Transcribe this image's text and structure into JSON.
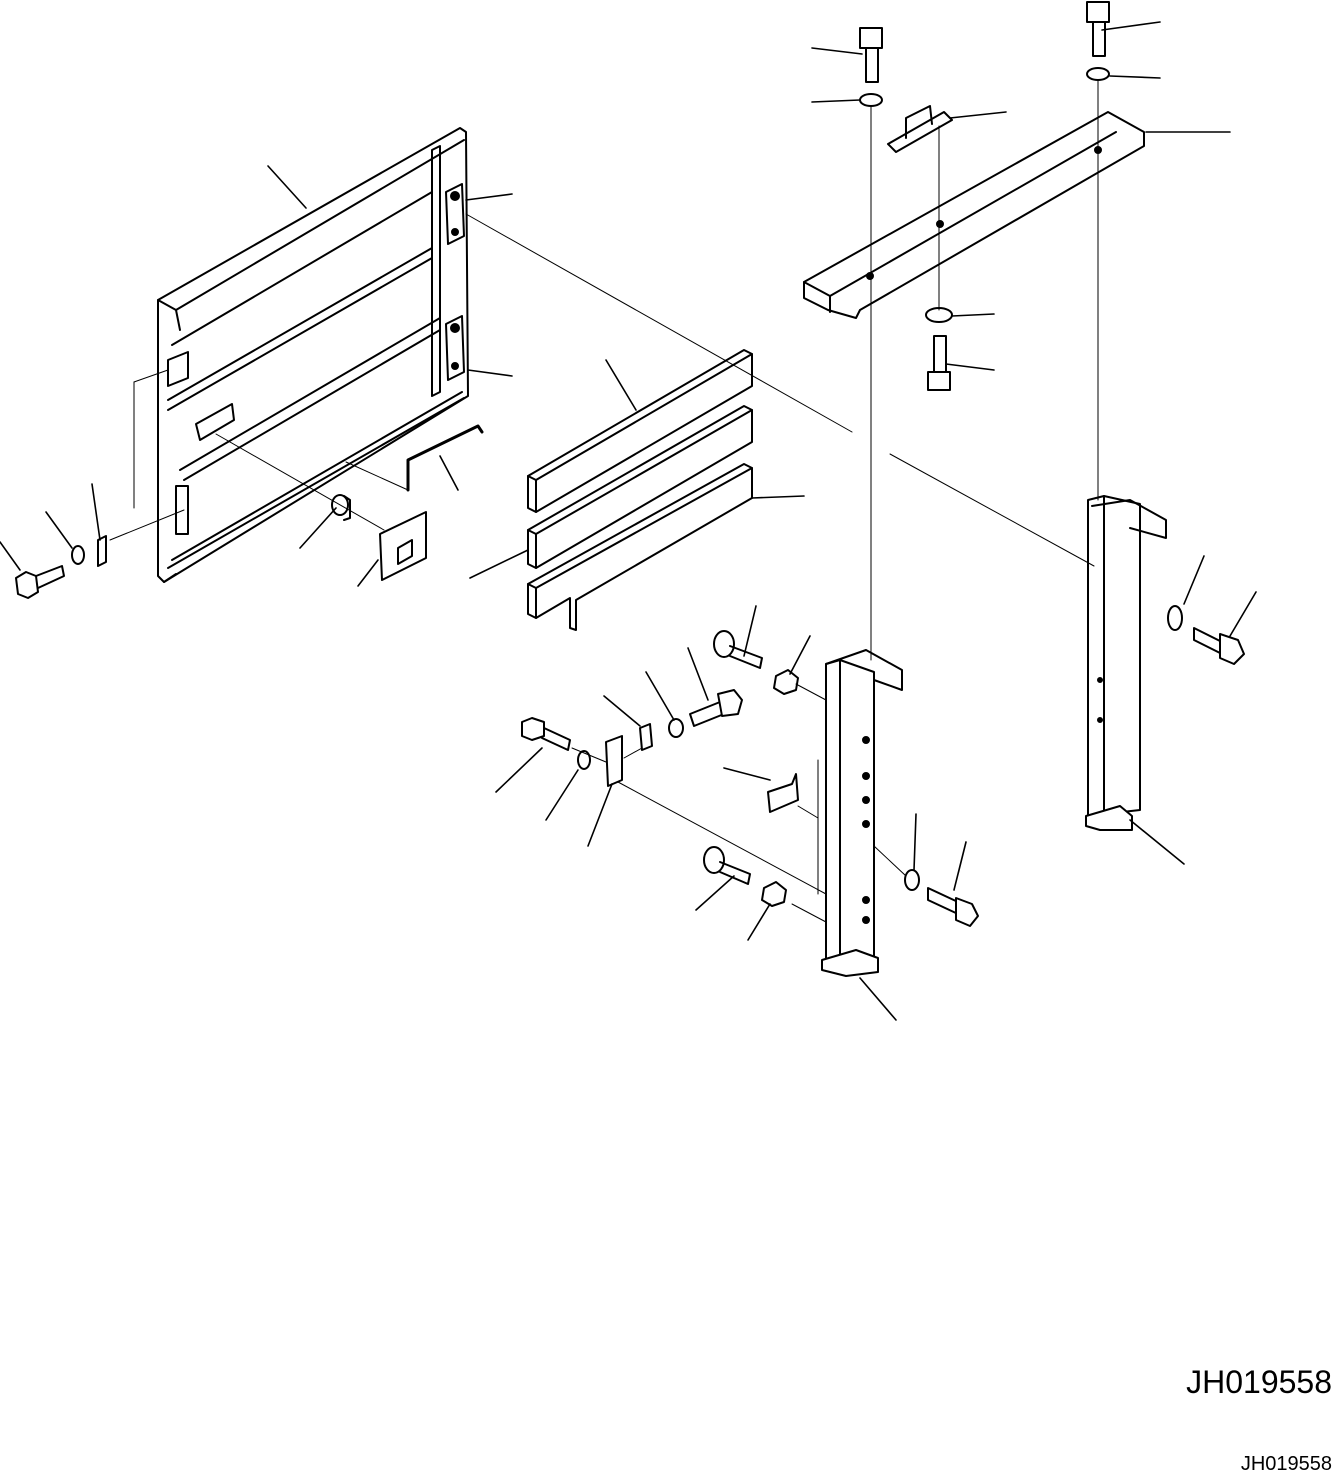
{
  "diagram": {
    "type": "exploded-parts-illustration",
    "code_large": "JH019558",
    "code_small": "JH019558",
    "line_color": "#000000",
    "background": "#ffffff"
  }
}
